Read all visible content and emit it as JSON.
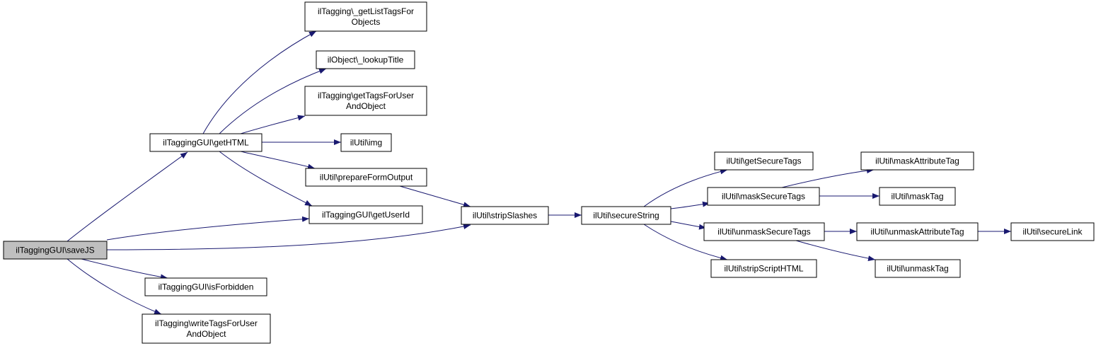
{
  "diagram": {
    "type": "call-graph",
    "colors": {
      "edge": "#191970",
      "node_fill": "#ffffff",
      "root_fill": "#bfbfbf",
      "node_border": "#000000"
    },
    "nodes": [
      {
        "id": "saveJS",
        "lines": [
          "ilTaggingGUI\\saveJS"
        ],
        "root": true
      },
      {
        "id": "getHTML",
        "lines": [
          "ilTaggingGUI\\getHTML"
        ]
      },
      {
        "id": "getListTagsForObjects",
        "lines": [
          "ilTagging\\_getListTagsFor",
          "Objects"
        ]
      },
      {
        "id": "lookupTitle",
        "lines": [
          "ilObject\\_lookupTitle"
        ]
      },
      {
        "id": "getTagsForUserAndObject",
        "lines": [
          "ilTagging\\getTagsForUser",
          "AndObject"
        ]
      },
      {
        "id": "img",
        "lines": [
          "ilUtil\\img"
        ]
      },
      {
        "id": "prepareFormOutput",
        "lines": [
          "ilUtil\\prepareFormOutput"
        ]
      },
      {
        "id": "getUserId",
        "lines": [
          "ilTaggingGUI\\getUserId"
        ]
      },
      {
        "id": "isForbidden",
        "lines": [
          "ilTaggingGUI\\isForbidden"
        ]
      },
      {
        "id": "writeTagsForUserAndObject",
        "lines": [
          "ilTagging\\writeTagsForUser",
          "AndObject"
        ]
      },
      {
        "id": "stripSlashes",
        "lines": [
          "ilUtil\\stripSlashes"
        ]
      },
      {
        "id": "secureString",
        "lines": [
          "ilUtil\\secureString"
        ]
      },
      {
        "id": "getSecureTags",
        "lines": [
          "ilUtil\\getSecureTags"
        ]
      },
      {
        "id": "maskSecureTags",
        "lines": [
          "ilUtil\\maskSecureTags"
        ]
      },
      {
        "id": "unmaskSecureTags",
        "lines": [
          "ilUtil\\unmaskSecureTags"
        ]
      },
      {
        "id": "stripScriptHTML",
        "lines": [
          "ilUtil\\stripScriptHTML"
        ]
      },
      {
        "id": "maskAttributeTag",
        "lines": [
          "ilUtil\\maskAttributeTag"
        ]
      },
      {
        "id": "maskTag",
        "lines": [
          "ilUtil\\maskTag"
        ]
      },
      {
        "id": "unmaskAttributeTag",
        "lines": [
          "ilUtil\\unmaskAttributeTag"
        ]
      },
      {
        "id": "unmaskTag",
        "lines": [
          "ilUtil\\unmaskTag"
        ]
      },
      {
        "id": "secureLink",
        "lines": [
          "ilUtil\\secureLink"
        ]
      }
    ],
    "edges": [
      {
        "from": "saveJS",
        "to": "getHTML"
      },
      {
        "from": "saveJS",
        "to": "getUserId"
      },
      {
        "from": "saveJS",
        "to": "stripSlashes"
      },
      {
        "from": "saveJS",
        "to": "isForbidden"
      },
      {
        "from": "saveJS",
        "to": "writeTagsForUserAndObject"
      },
      {
        "from": "getHTML",
        "to": "getListTagsForObjects"
      },
      {
        "from": "getHTML",
        "to": "lookupTitle"
      },
      {
        "from": "getHTML",
        "to": "getTagsForUserAndObject"
      },
      {
        "from": "getHTML",
        "to": "img"
      },
      {
        "from": "getHTML",
        "to": "prepareFormOutput"
      },
      {
        "from": "getHTML",
        "to": "getUserId"
      },
      {
        "from": "prepareFormOutput",
        "to": "stripSlashes"
      },
      {
        "from": "stripSlashes",
        "to": "secureString"
      },
      {
        "from": "secureString",
        "to": "getSecureTags"
      },
      {
        "from": "secureString",
        "to": "maskSecureTags"
      },
      {
        "from": "secureString",
        "to": "unmaskSecureTags"
      },
      {
        "from": "secureString",
        "to": "stripScriptHTML"
      },
      {
        "from": "maskSecureTags",
        "to": "maskAttributeTag"
      },
      {
        "from": "maskSecureTags",
        "to": "maskTag"
      },
      {
        "from": "unmaskSecureTags",
        "to": "unmaskAttributeTag"
      },
      {
        "from": "unmaskSecureTags",
        "to": "unmaskTag"
      },
      {
        "from": "unmaskAttributeTag",
        "to": "secureLink"
      }
    ]
  }
}
